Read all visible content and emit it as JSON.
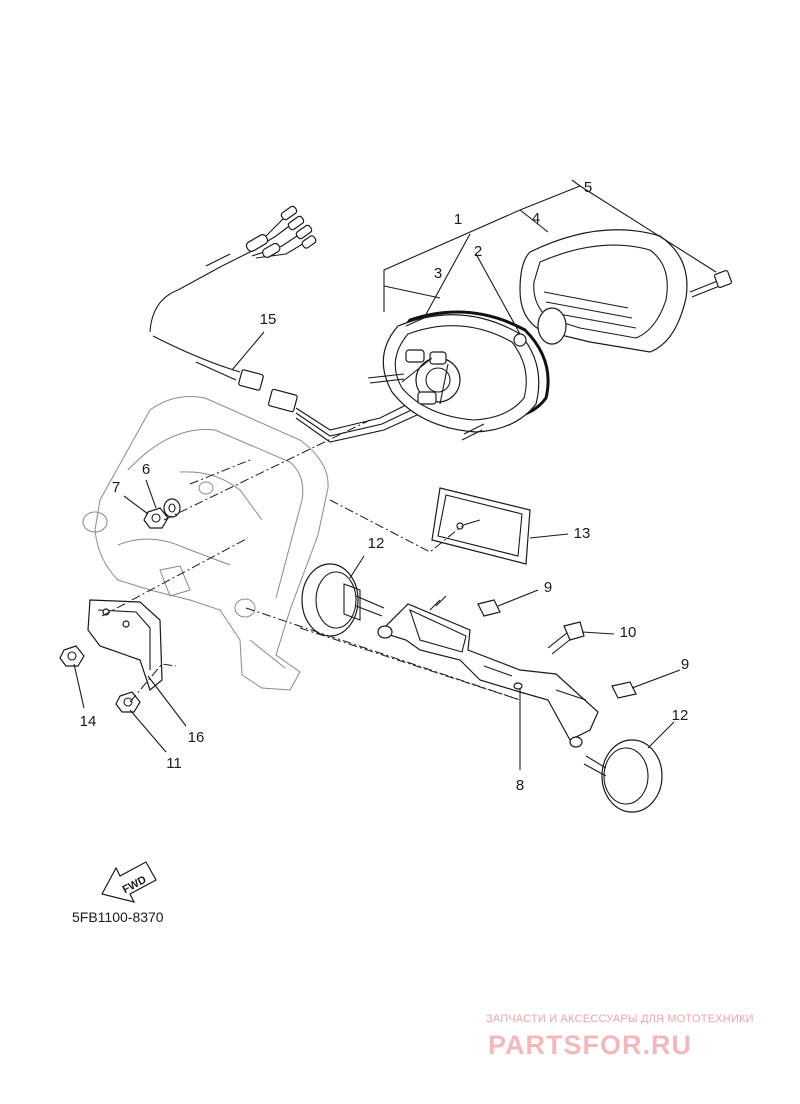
{
  "diagram": {
    "part_labels": {
      "p1": "1",
      "p2": "2",
      "p3": "3",
      "p4": "4",
      "p5": "5",
      "p6": "6",
      "p7": "7",
      "p8": "8",
      "p9a": "9",
      "p9b": "9",
      "p10": "10",
      "p11": "11",
      "p12a": "12",
      "p12b": "12",
      "p13": "13",
      "p14": "14",
      "p15": "15",
      "p16": "16"
    },
    "drawing_code": "5FB1100-8370",
    "fwd_label": "FWD"
  },
  "watermark": {
    "tagline": "ЗАПЧАСТИ И АКСЕССУАРЫ ДЛЯ МОТОТЕХНИКИ",
    "logo_text": "PARTSFOR.RU"
  },
  "colors": {
    "line": "#1a1a1a",
    "ghost": "#8a8a8a",
    "watermark": "#f2b9bd"
  }
}
